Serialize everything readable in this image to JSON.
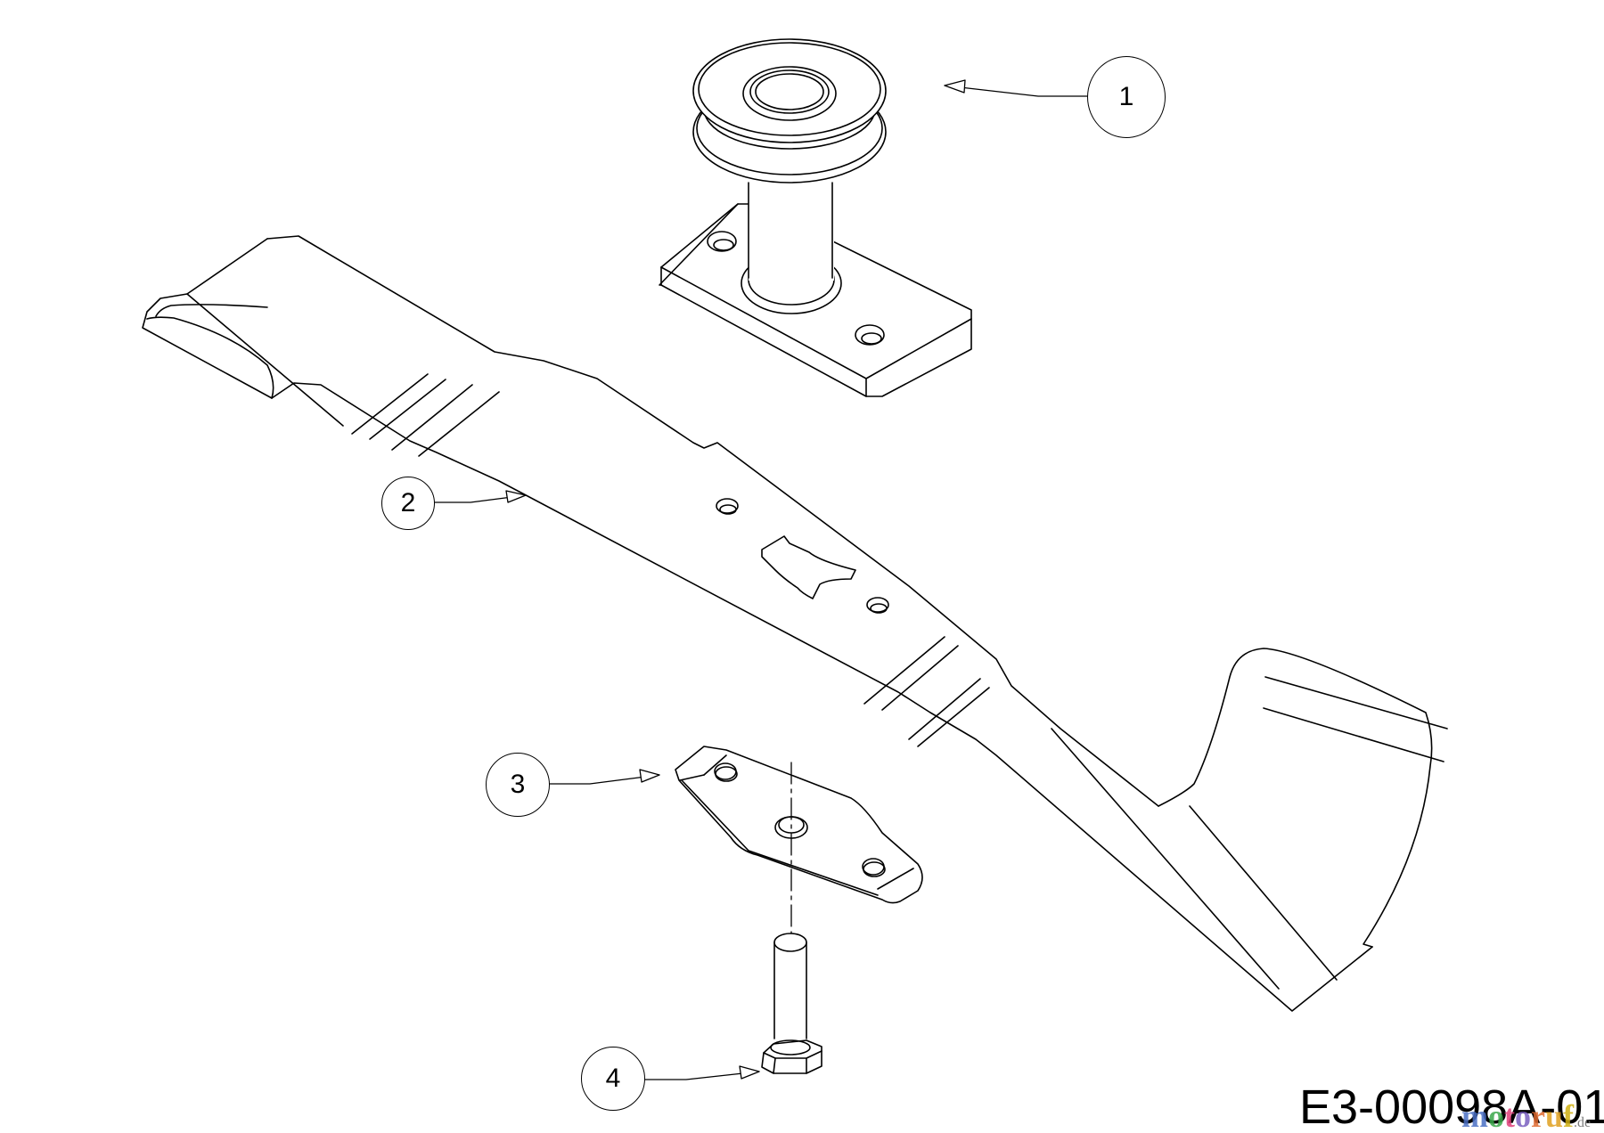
{
  "diagram": {
    "drawing_code": "E3-00098A-01",
    "watermark": {
      "letters": [
        {
          "ch": "m",
          "color": "#4a6fc4"
        },
        {
          "ch": "o",
          "color": "#3aa84a"
        },
        {
          "ch": "t",
          "color": "#e0407a"
        },
        {
          "ch": "o",
          "color": "#7a60c0"
        },
        {
          "ch": "r",
          "color": "#e06a30"
        },
        {
          "ch": "u",
          "color": "#e0a020"
        },
        {
          "ch": "f",
          "color": "#d0b010"
        }
      ],
      "tld": ".de"
    },
    "callouts": [
      {
        "number": "1",
        "part": "spindle-pulley-assembly"
      },
      {
        "number": "2",
        "part": "mower-blade"
      },
      {
        "number": "3",
        "part": "blade-adapter"
      },
      {
        "number": "4",
        "part": "hex-bolt"
      }
    ]
  }
}
